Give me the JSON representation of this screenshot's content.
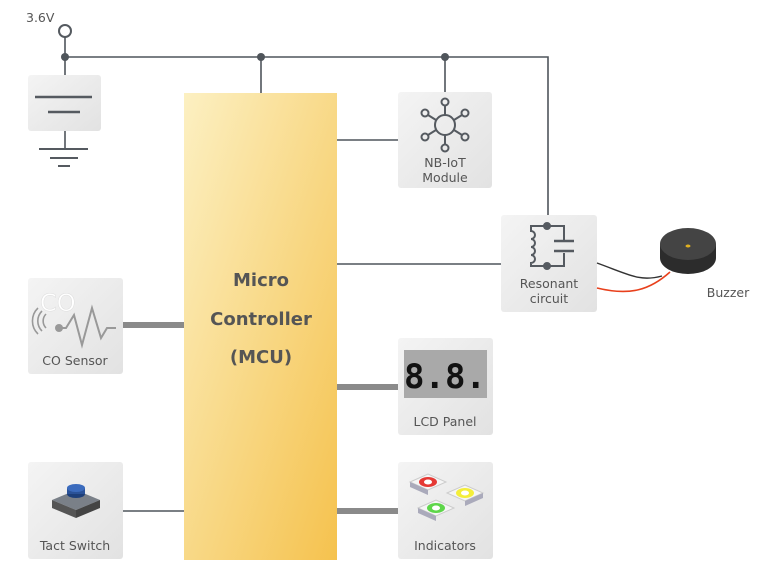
{
  "supply_label": "3.6V",
  "mcu": {
    "line1": "Micro",
    "line2": "Controller",
    "line3": "(MCU)"
  },
  "blocks": {
    "nbiot": {
      "line1": "NB-IoT",
      "line2": "Module",
      "icon": "network-hub-icon"
    },
    "resonant": {
      "line1": "Resonant",
      "line2": "circuit",
      "icon": "lc-circuit-icon"
    },
    "buzzer": {
      "label": "Buzzer",
      "icon": "buzzer-icon"
    },
    "co_sensor": {
      "label": "CO Sensor",
      "icon_text": "CO",
      "icon": "gas-sensor-icon"
    },
    "lcd": {
      "label": "LCD Panel",
      "display": "8.8.",
      "icon": "seven-segment-display-icon"
    },
    "tact": {
      "label": "Tact Switch",
      "icon": "push-button-icon"
    },
    "indicators": {
      "label": "Indicators",
      "icon": "led-icon"
    }
  },
  "colors": {
    "mcu_top": "#fcf0c2",
    "mcu_bottom": "#f5c24e",
    "led_red": "#e53935",
    "led_green": "#5ed64a",
    "led_yellow": "#f4ee3a",
    "buzzer_red_wire": "#e8401c"
  }
}
